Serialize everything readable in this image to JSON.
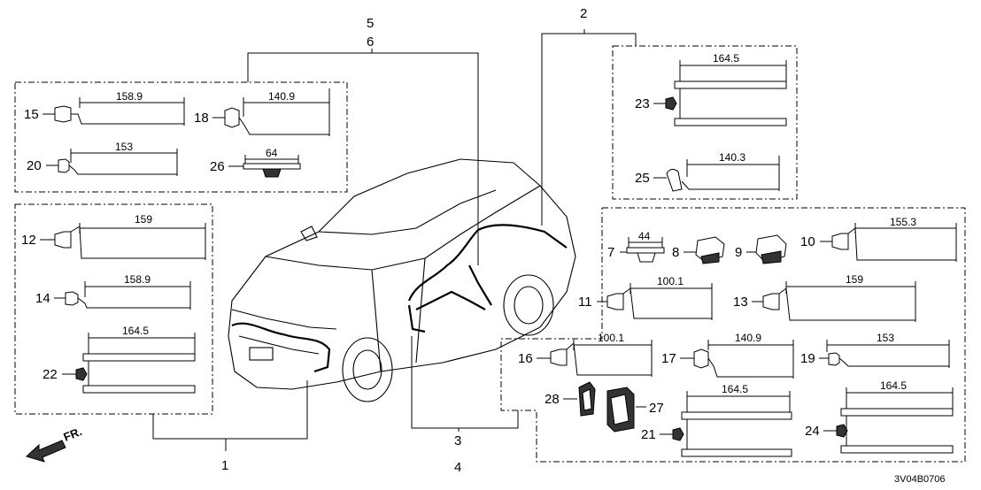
{
  "callouts": {
    "c1": "1",
    "c2": "2",
    "c3": "3",
    "c4": "4",
    "c5": "5",
    "c6": "6",
    "p7": "7",
    "p8": "8",
    "p9": "9",
    "p10": "10",
    "p11": "11",
    "p12": "12",
    "p13": "13",
    "p14": "14",
    "p15": "15",
    "p16": "16",
    "p17": "17",
    "p18": "18",
    "p19": "19",
    "p20": "20",
    "p21": "21",
    "p22": "22",
    "p23": "23",
    "p24": "24",
    "p25": "25",
    "p26": "26",
    "p27": "27",
    "p28": "28"
  },
  "dimensions": {
    "p15": "158.9",
    "p18": "140.9",
    "p20": "153",
    "p26": "64",
    "p12": "159",
    "p14": "158.9",
    "p22": "164.5",
    "p23": "164.5",
    "p25": "140.3",
    "p7": "44",
    "p10": "155.3",
    "p11": "100.1",
    "p13": "159",
    "p16": "100.1",
    "p17": "140.9",
    "p19": "153",
    "p21": "164.5",
    "p24": "164.5"
  },
  "direction_label": "FR.",
  "diagram_code": "3V04B0706"
}
